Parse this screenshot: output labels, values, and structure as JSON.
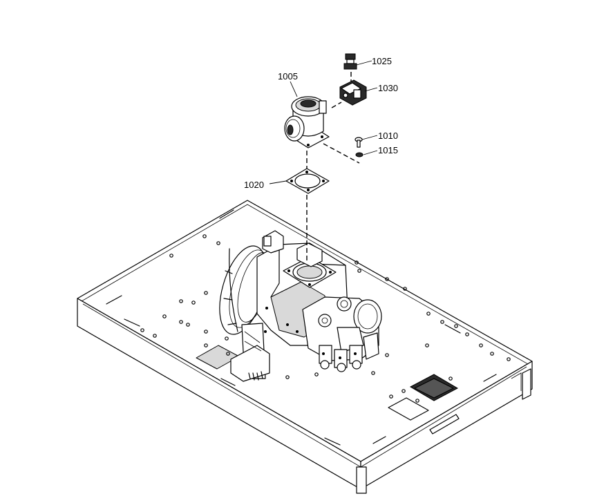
{
  "callouts": {
    "p1005": "1005",
    "p1010": "1010",
    "p1015": "1015",
    "p1020": "1020",
    "p1025": "1025",
    "p1030": "1030"
  },
  "colors": {
    "line": "#000000",
    "background": "#ffffff",
    "shade_light": "#d9d9d9",
    "shade_dark": "#2a2a2a"
  }
}
